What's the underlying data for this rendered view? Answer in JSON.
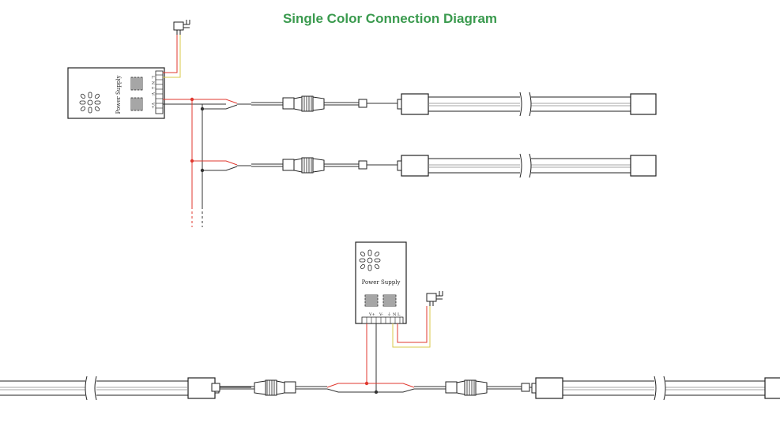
{
  "title": "Single Color Connection Diagram",
  "labels": {
    "power_supply": "Power Supply",
    "terminal_v_plus": "V+",
    "terminal_v_minus": "V-",
    "terminal_ground": "⏚",
    "terminal_n": "N",
    "terminal_l": "L"
  },
  "colors": {
    "title": "#3a9a4e",
    "positive_wire": "#e0382f",
    "negative_wire": "#333333",
    "ac_wire_yellow": "#d9c84a",
    "line": "#444444"
  }
}
